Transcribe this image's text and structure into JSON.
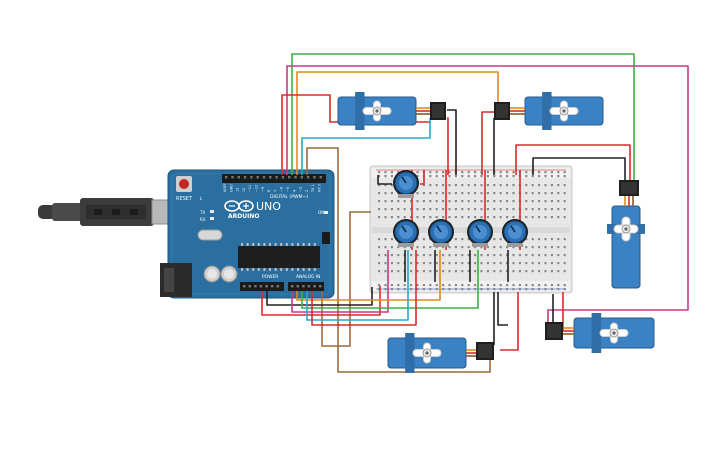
{
  "board": {
    "brand": "ARDUINO",
    "model": "UNO",
    "digital_header": "DIGITAL (PWM~)",
    "power_header": "POWER",
    "analog_header": "ANALOG IN",
    "reset_label": "RESET",
    "tx_label": "TX",
    "rx_label": "RX",
    "on_label": "ON",
    "l_label": "L",
    "digital_pins": [
      "AREF",
      "GND",
      "13",
      "12",
      "~11",
      "~10",
      "~9",
      "8",
      "7",
      "~6",
      "~5",
      "4",
      "~3",
      "2",
      "TX 1",
      "RX 0"
    ],
    "power_pins": [
      "IOREF",
      "RESET",
      "3.3V",
      "5V",
      "GND",
      "GND",
      "Vin"
    ],
    "analog_pins": [
      "A0",
      "A1",
      "A2",
      "A3",
      "A4",
      "A5"
    ]
  },
  "colors": {
    "board": "#2a6f9f",
    "wire_red": "#d92b2b",
    "wire_black": "#222222",
    "wire_orange": "#e08a16",
    "wire_green": "#3fae45",
    "wire_magenta": "#c83a86",
    "wire_blue": "#2aa7c9",
    "wire_brown": "#9b6a3b",
    "servo": "#3b82c4",
    "potentiometer": "#2c6fb3"
  },
  "components": {
    "servo_icon": "servo-motor",
    "pot_icon": "rotary-potentiometer",
    "breadboard_icon": "half-size-breadboard",
    "usb_icon": "usb-cable"
  }
}
